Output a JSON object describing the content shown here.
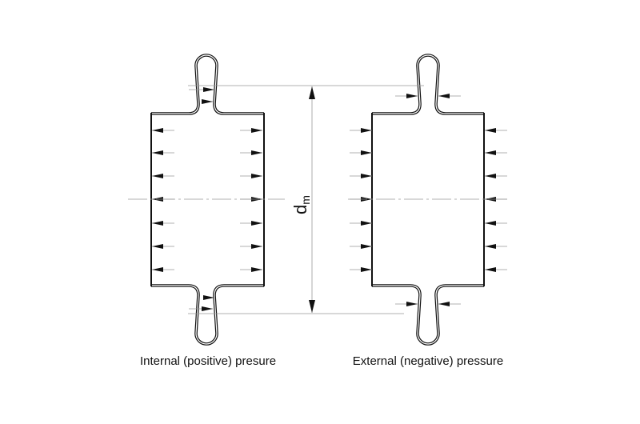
{
  "diagram": {
    "dimension_label": "d",
    "dimension_subscript": "m",
    "captions": {
      "internal": "Internal (positive) presure",
      "external": "External (negative) pressure"
    },
    "colors": {
      "line": "#111111",
      "thin": "#999999"
    }
  }
}
